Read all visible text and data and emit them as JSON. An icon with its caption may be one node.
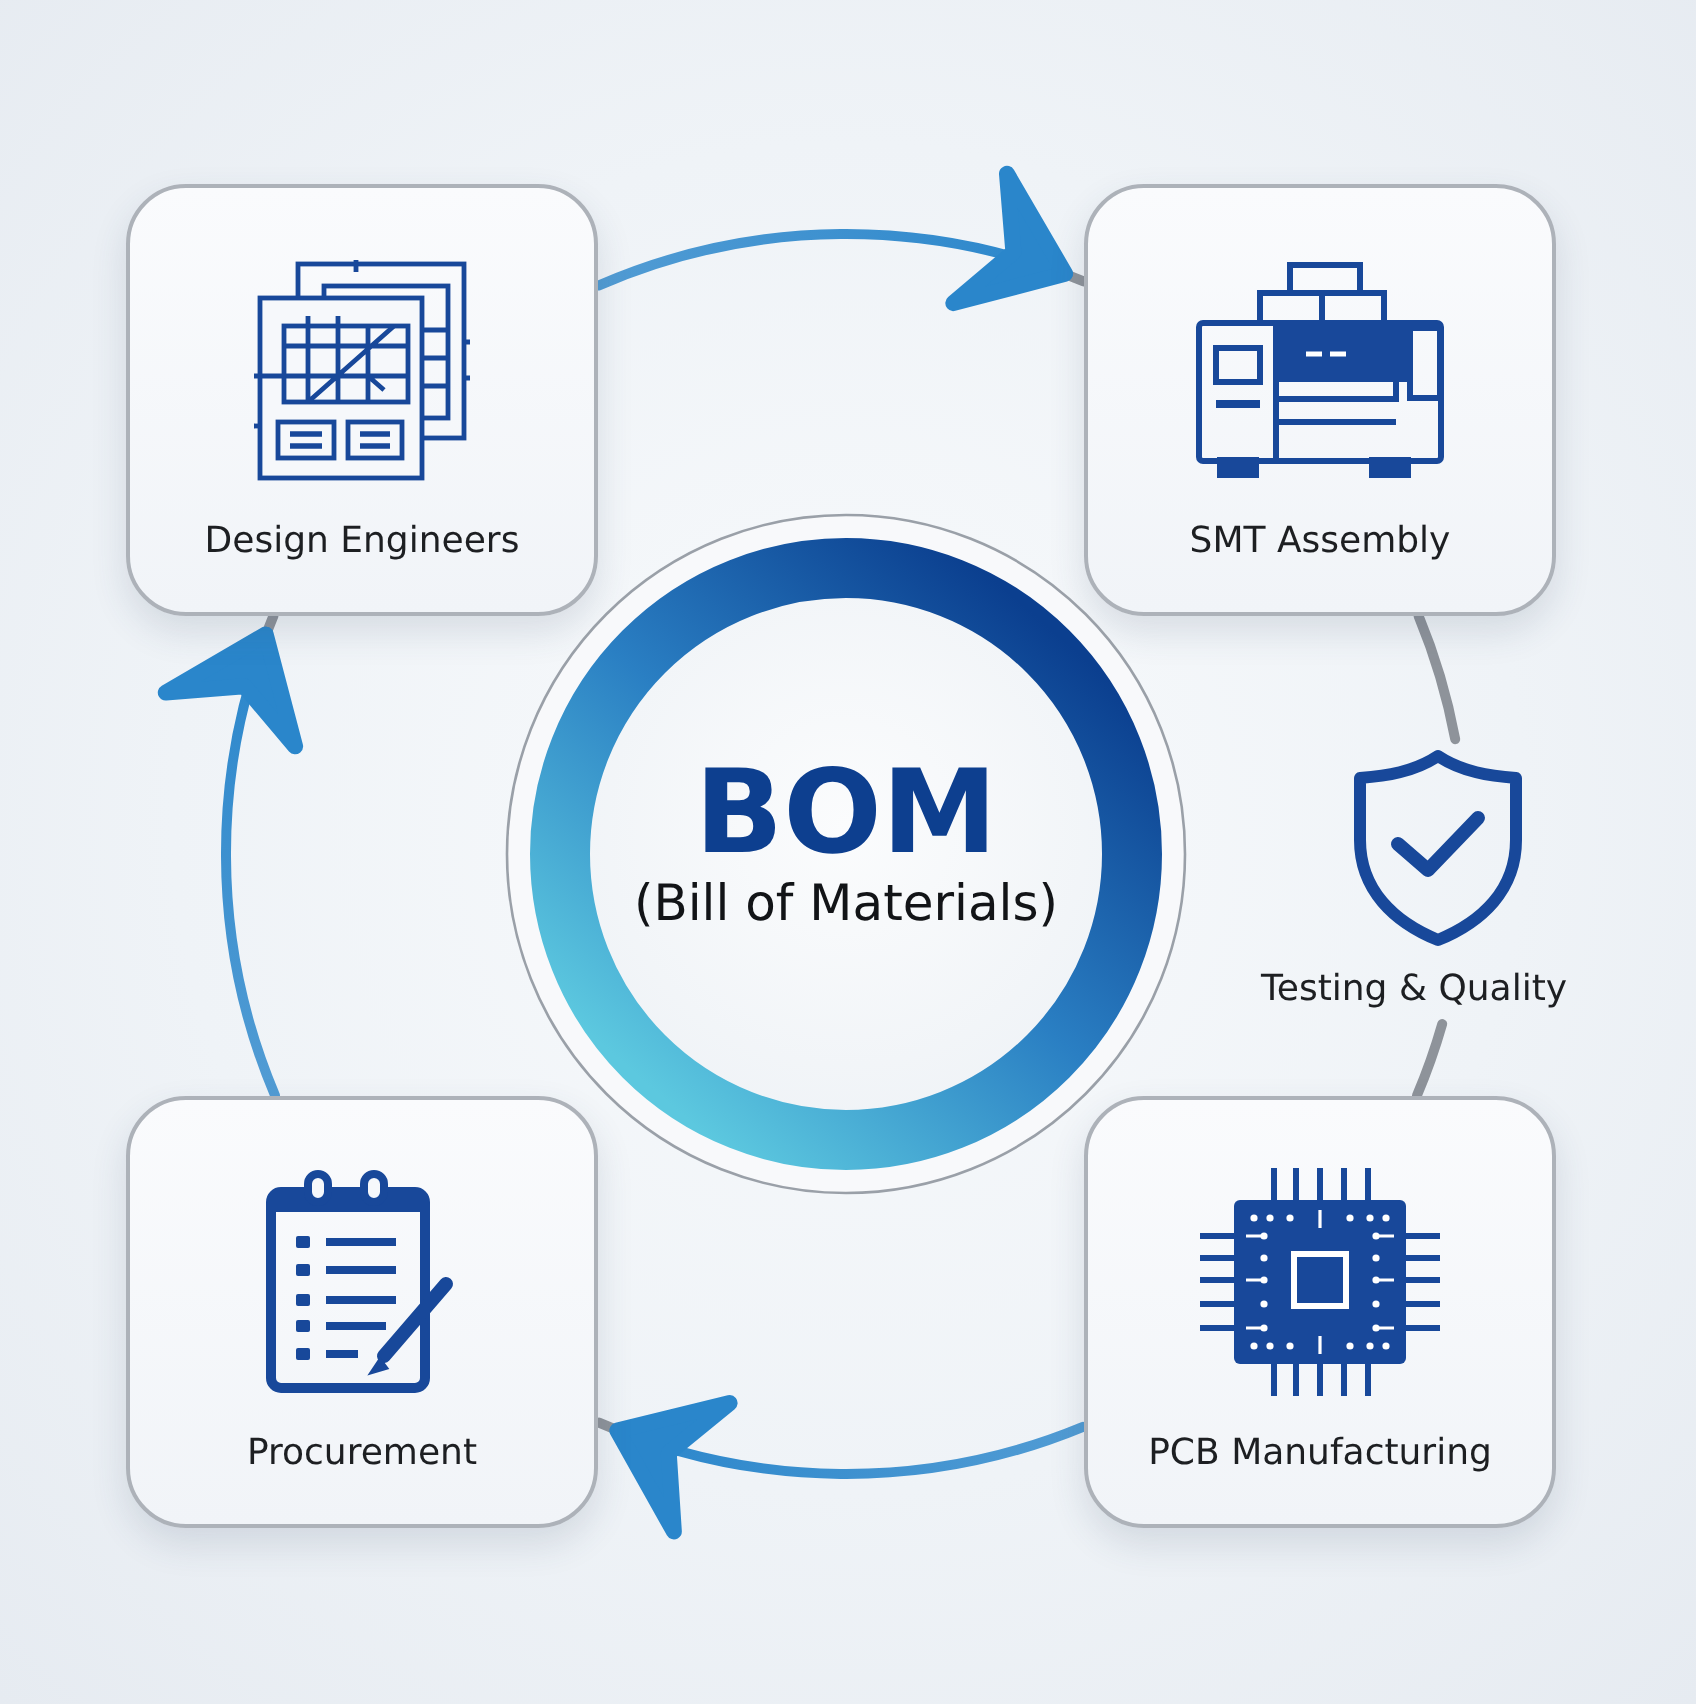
{
  "diagram": {
    "nodes": [
      {
        "text": [
          "Design Engineers"
        ]
      },
      {
        "text": [
          "SMT Assembly"
        ]
      },
      {
        "text": [
          "BOM",
          "(Bill of Materials)"
        ]
      },
      {
        "text": [
          "Testing & Quality"
        ]
      },
      {
        "text": [
          "Procurement"
        ]
      },
      {
        "text": [
          "PCB Manufacturing"
        ]
      }
    ],
    "edges": [
      {
        "from": 0,
        "to": 1,
        "arrow": "to"
      },
      {
        "from": 1,
        "to": 3,
        "arrow": "none",
        "color": "#8e939a"
      },
      {
        "from": 3,
        "to": 5,
        "arrow": "none",
        "color": "#8e939a"
      },
      {
        "from": 5,
        "to": 4,
        "arrow": "to"
      },
      {
        "from": 4,
        "to": 0,
        "arrow": "to"
      }
    ]
  }
}
